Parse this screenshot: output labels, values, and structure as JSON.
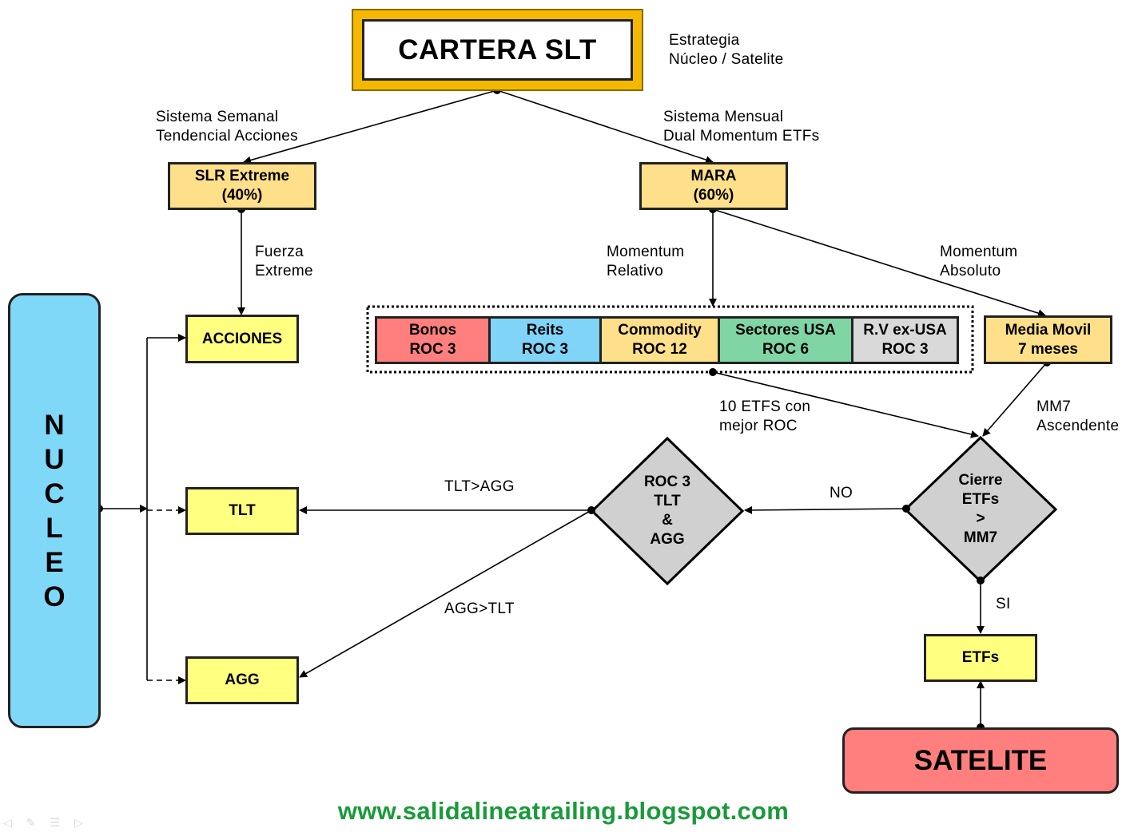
{
  "title": "CARTERA SLT",
  "strategy": [
    "Estrategia",
    "Núcleo  / Satelite"
  ],
  "left_branch_label": [
    "Sistema Semanal",
    "Tendencial Acciones"
  ],
  "right_branch_label": [
    "Sistema Mensual",
    "Dual Momentum ETFs"
  ],
  "slr": [
    "SLR Extreme",
    "(40%)"
  ],
  "mara": [
    "MARA",
    "(60%)"
  ],
  "fuerza": [
    "Fuerza",
    "Extreme"
  ],
  "momentum_relativo": [
    "Momentum",
    "Relativo"
  ],
  "momentum_absoluto": [
    "Momentum",
    "Absoluto"
  ],
  "acciones": "ACCIONES",
  "nucleo_letters": [
    "N",
    "U",
    "C",
    "L",
    "E",
    "O"
  ],
  "roc_boxes": [
    {
      "line1": "Bonos",
      "line2": "ROC 3",
      "color": "#ff7f7f"
    },
    {
      "line1": "Reits",
      "line2": "ROC 3",
      "color": "#7fd4f7"
    },
    {
      "line1": "Commodity",
      "line2": "ROC 12",
      "color": "#ffe08a"
    },
    {
      "line1": "Sectores USA",
      "line2": "ROC 6",
      "color": "#7fd6a4"
    },
    {
      "line1": "R.V ex-USA",
      "line2": "ROC 3",
      "color": "#d9d9d9"
    }
  ],
  "media_movil": [
    "Media Movil",
    "7 meses"
  ],
  "etfs_label": [
    "10 ETFS con",
    "mejor ROC"
  ],
  "mm7_label": [
    "MM7",
    "Ascendente"
  ],
  "tlt": "TLT",
  "agg": "AGG",
  "tlt_agg_label": "TLT>AGG",
  "agg_tlt_label": "AGG>TLT",
  "diamond_roc": [
    "ROC 3",
    "TLT",
    "&",
    "AGG"
  ],
  "diamond_cierre": [
    "Cierre",
    "ETFs",
    ">",
    "MM7"
  ],
  "no_label": "NO",
  "si_label": "SI",
  "etfs": "ETFs",
  "satelite": "SATELITE",
  "url": "www.salidalineatrailing.blogspot.com",
  "colors": {
    "yellow": "#ffff80",
    "orange_box": "#ffe08a",
    "nucleo": "#80d8f8",
    "satelite": "#ff7f7f",
    "diamond": "#d0d0d0",
    "gold": "#f5b800",
    "url_green": "#1a9a3a"
  }
}
